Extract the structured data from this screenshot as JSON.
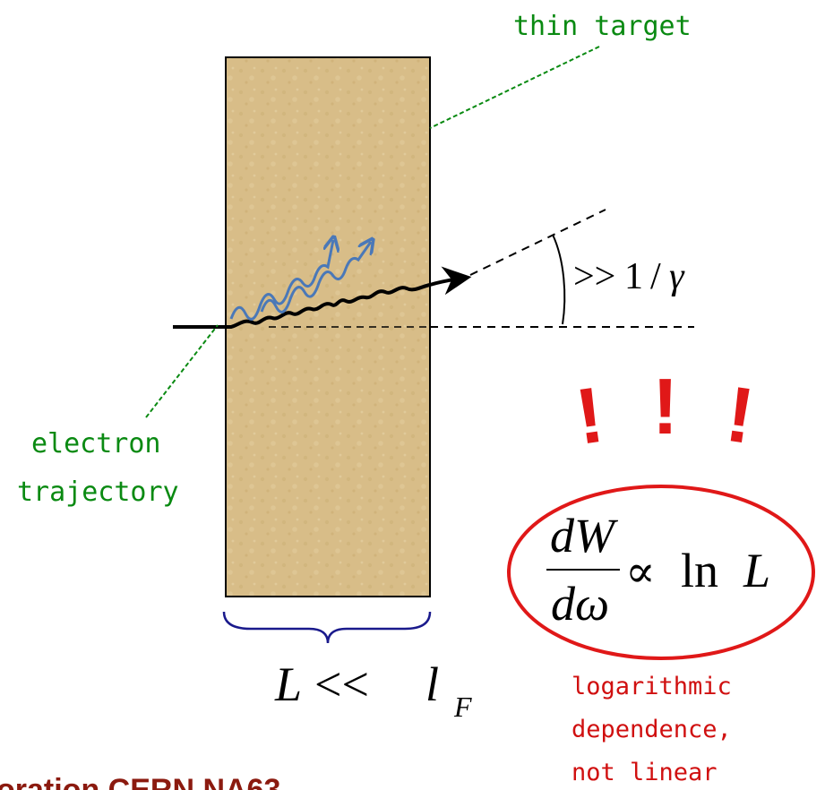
{
  "labels": {
    "thin_target": "thin target",
    "electron_line1": "electron",
    "electron_line2": "trajectory",
    "angle_op": ">>",
    "angle_num": "1",
    "angle_slash": "/",
    "angle_sym": "γ",
    "length_L": "L",
    "length_op": "<<",
    "length_l": "l",
    "length_sub": "F",
    "formula_num": "dW",
    "formula_den": "dω",
    "formula_prop": "∝",
    "formula_ln": "ln",
    "formula_L": "L",
    "exclaim": "!",
    "note_line1": "logarithmic",
    "note_line2": "dependence,",
    "note_line3": "not linear",
    "footer": "oration CERN NA63"
  },
  "colors": {
    "green": "#0a8a12",
    "red": "#e01818",
    "note_red": "#d01010",
    "brace_blue": "#1a1a8c",
    "photon_blue": "#4a78b8",
    "target_fill": "#d9bf8a",
    "footer_red": "#8b1a0f"
  }
}
